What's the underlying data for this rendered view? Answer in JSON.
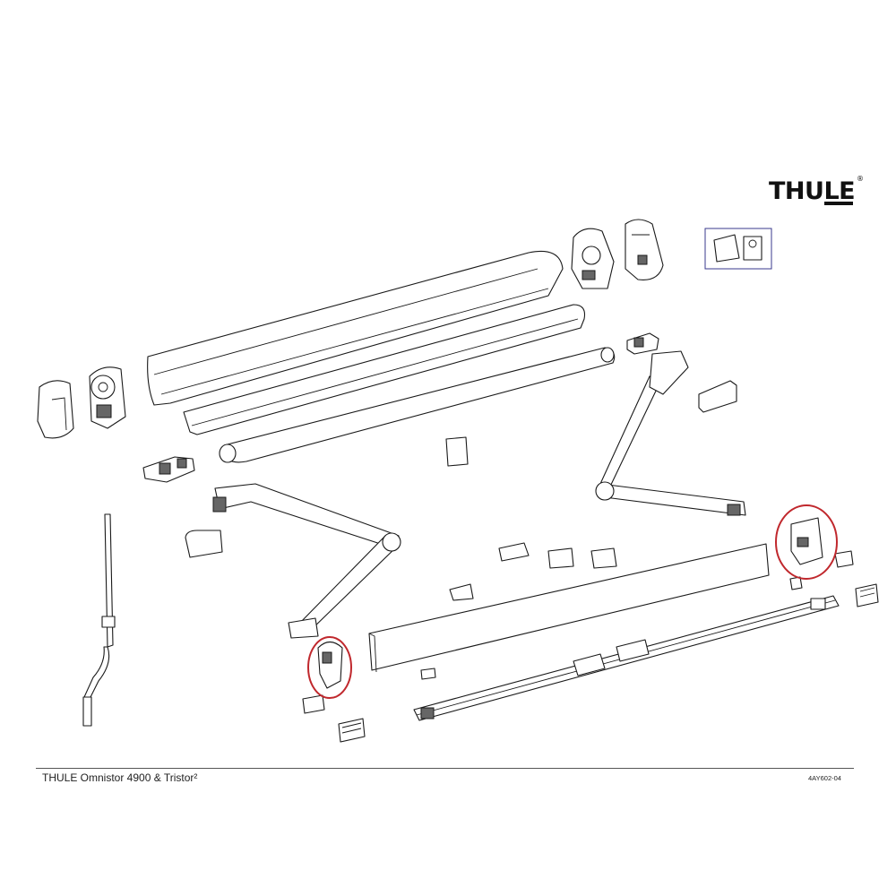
{
  "brand": {
    "logo_text": "THULE",
    "registered_mark": "®"
  },
  "caption": "THULE Omnistor 4900 & Tristor²",
  "document_number": "4AY602-04",
  "highlight_color": "#c0282d",
  "inset_frame_color": "#3a3a8c",
  "highlighted_parts": [
    "right-end-cap",
    "left-end-cap"
  ]
}
